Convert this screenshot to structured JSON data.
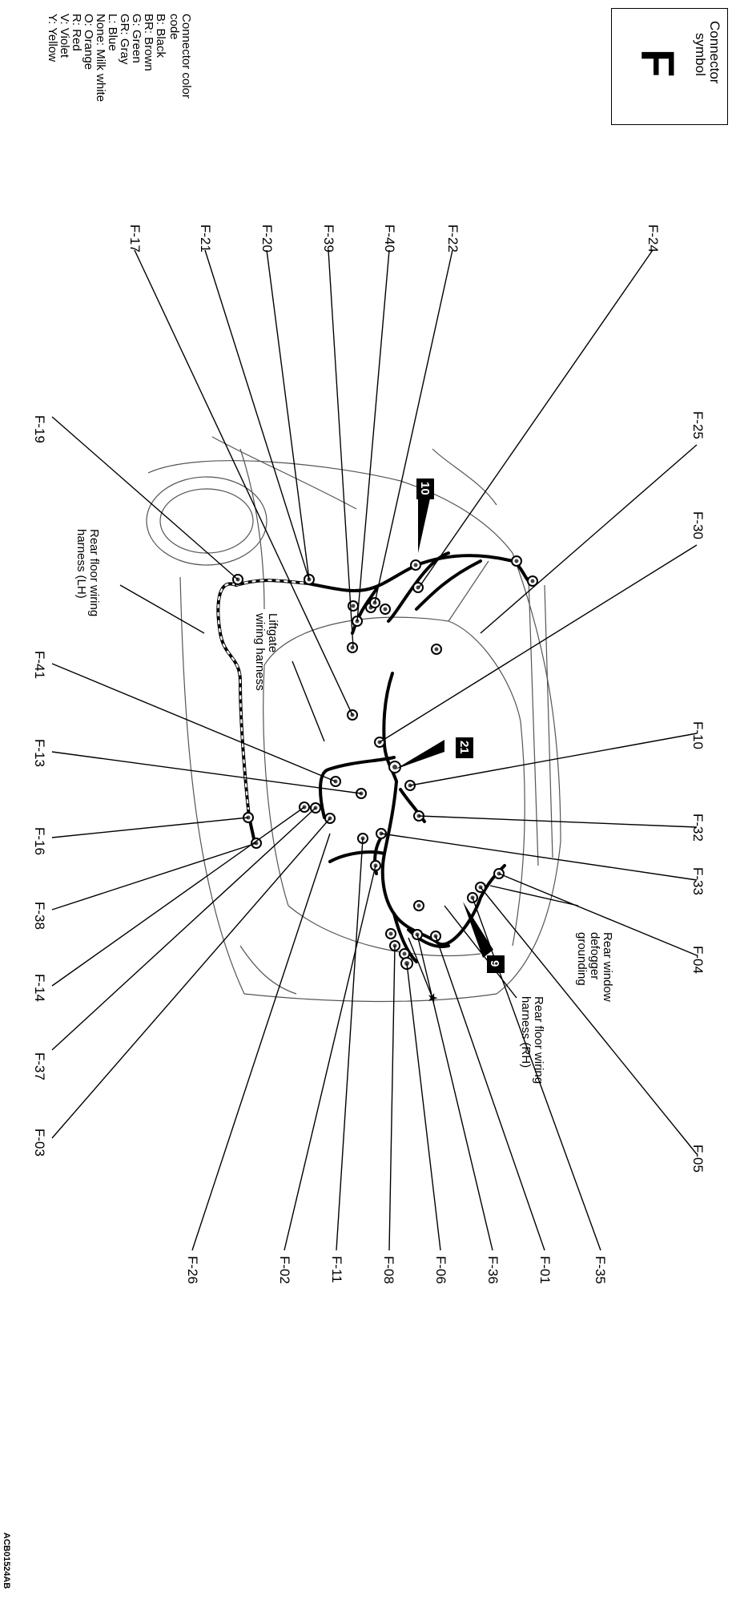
{
  "symbol": {
    "title_line1": "Connector",
    "title_line2": "symbol",
    "letter": "F"
  },
  "legend": {
    "title_line1": "Connector color",
    "title_line2": "code",
    "items": [
      "B: Black",
      "BR: Brown",
      "G: Green",
      "GR: Gray",
      "L: Blue",
      "None: Milk white",
      "O: Orange",
      "R: Red",
      "V: Violet",
      "Y: Yellow"
    ]
  },
  "top_connectors": [
    "F-24",
    "F-22",
    "F-40",
    "F-39",
    "F-20",
    "F-21",
    "F-17"
  ],
  "right_connectors": [
    "F-25",
    "F-30",
    "F-10",
    "F-32",
    "F-33",
    "F-04",
    "F-05"
  ],
  "left_connectors": [
    "F-19",
    "F-41",
    "F-13",
    "F-16",
    "F-38",
    "F-14",
    "F-37",
    "F-03"
  ],
  "bottom_connectors": [
    "F-35",
    "F-01",
    "F-36",
    "F-06",
    "F-08",
    "F-11",
    "F-02",
    "F-26"
  ],
  "harness_labels": {
    "liftgate_line1": "Liftgate",
    "liftgate_line2": "wiring harness",
    "rear_lh_line1": "Rear floor wiring",
    "rear_lh_line2": "harness (LH)",
    "rear_rh_line1": "Rear floor wiring",
    "rear_rh_line2": "harness (RH)",
    "defogger_line1": "Rear window",
    "defogger_line2": "defogger",
    "defogger_line3": "grounding"
  },
  "ground_markers": [
    "10",
    "21",
    "9"
  ],
  "star_symbol": "★",
  "figure_id": "ACB01524AB"
}
